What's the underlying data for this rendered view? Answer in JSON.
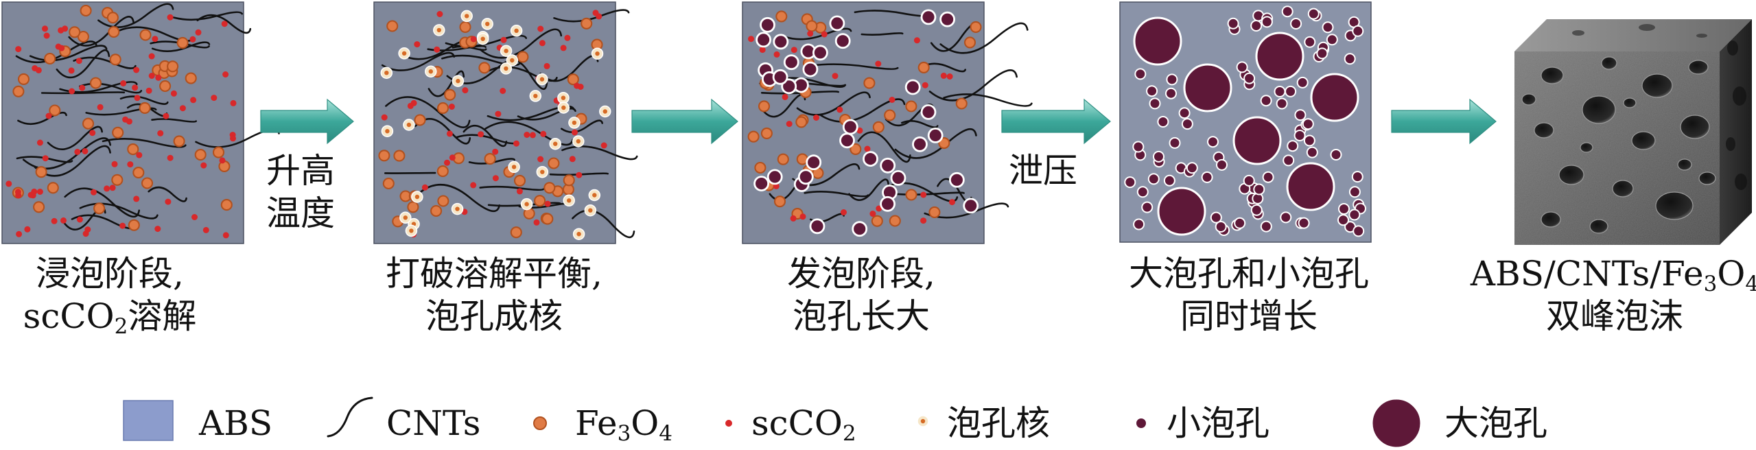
{
  "stages": [
    {
      "id": "impregnation",
      "line1": "浸泡阶段,",
      "line2_prefix": "scCO",
      "line2_sub": "2",
      "line2_suffix": "溶解"
    },
    {
      "id": "nucleation",
      "line1": "打破溶解平衡,",
      "line2": "泡孔成核"
    },
    {
      "id": "foaming",
      "line1": "发泡阶段,",
      "line2": "泡孔长大"
    },
    {
      "id": "growth",
      "line1": "大泡孔和小泡孔",
      "line2": "同时增长"
    },
    {
      "id": "product",
      "line1_prefix": "ABS/CNTs/Fe",
      "line1_sub1": "3",
      "line1_mid": "O",
      "line1_sub2": "4",
      "line2": "双峰泡沫"
    }
  ],
  "transitions": [
    {
      "line1": "升高",
      "line2": "温度"
    },
    {
      "line1": "",
      "line2": ""
    },
    {
      "line1": "泄压",
      "line2": ""
    },
    {
      "line1": "",
      "line2": ""
    }
  ],
  "legend": [
    {
      "id": "abs",
      "text": "ABS"
    },
    {
      "id": "cnts",
      "text": "CNTs"
    },
    {
      "id": "fe3o4",
      "prefix": "Fe",
      "sub1": "3",
      "mid": "O",
      "sub2": "4"
    },
    {
      "id": "scco2",
      "prefix": "scCO",
      "sub1": "2"
    },
    {
      "id": "nucleus",
      "text": "泡孔核"
    },
    {
      "id": "small-cell",
      "text": "小泡孔"
    },
    {
      "id": "large-cell",
      "text": "大泡孔"
    }
  ],
  "colors": {
    "matrix": "#7f879a",
    "matrix_light": "#8a93a8",
    "legend_abs": "#8c9ccc",
    "cnt": "#111111",
    "fe3o4": "#e07b45",
    "scco2": "#d8282a",
    "nucleus_fill": "#f6e6c8",
    "nucleus_dot": "#d66a25",
    "cell": "#5e1838",
    "cell_ring": "#ffffff",
    "arrow": "#3ca79a",
    "arrow_light": "#7fd3c6",
    "foam_dark": "#3a3a3a",
    "foam_light": "#8a8a8a"
  }
}
